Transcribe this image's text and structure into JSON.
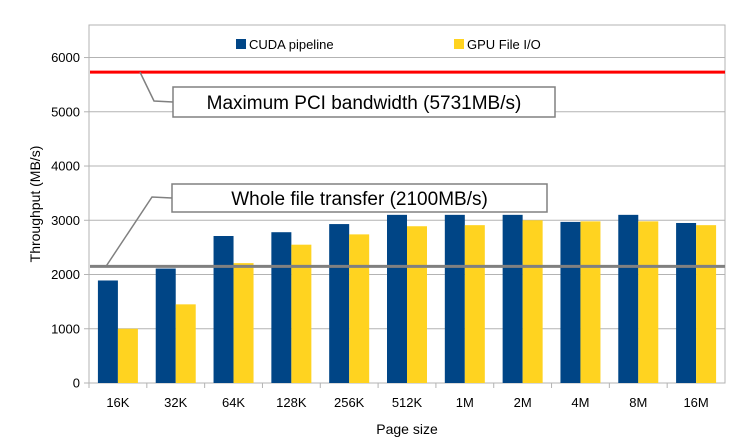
{
  "chart_data": {
    "type": "bar",
    "xlabel": "Page size",
    "ylabel": "Throughput (MB/s)",
    "ylim": [
      0,
      6600
    ],
    "yticks": [
      0,
      1000,
      2000,
      3000,
      4000,
      5000,
      6000
    ],
    "grid": true,
    "legend_position": "top",
    "categories": [
      "16K",
      "32K",
      "64K",
      "128K",
      "256K",
      "512K",
      "1M",
      "2M",
      "4M",
      "8M",
      "16M"
    ],
    "series": [
      {
        "name": "CUDA pipeline",
        "color": "#004586",
        "values": [
          1890,
          2110,
          2710,
          2780,
          2930,
          3100,
          3100,
          3100,
          2970,
          3100,
          2950
        ]
      },
      {
        "name": "GPU File I/O",
        "color": "#ffd320",
        "values": [
          1000,
          1450,
          2210,
          2550,
          2740,
          2890,
          2910,
          3000,
          2980,
          2980,
          2910
        ]
      }
    ],
    "reference_lines": [
      {
        "value": 5731,
        "color": "#ff0000",
        "label": "Maximum PCI bandwidth (5731MB/s)"
      },
      {
        "value": 2150,
        "color": "#808080",
        "label": "Whole file transfer (2100MB/s)"
      }
    ]
  }
}
